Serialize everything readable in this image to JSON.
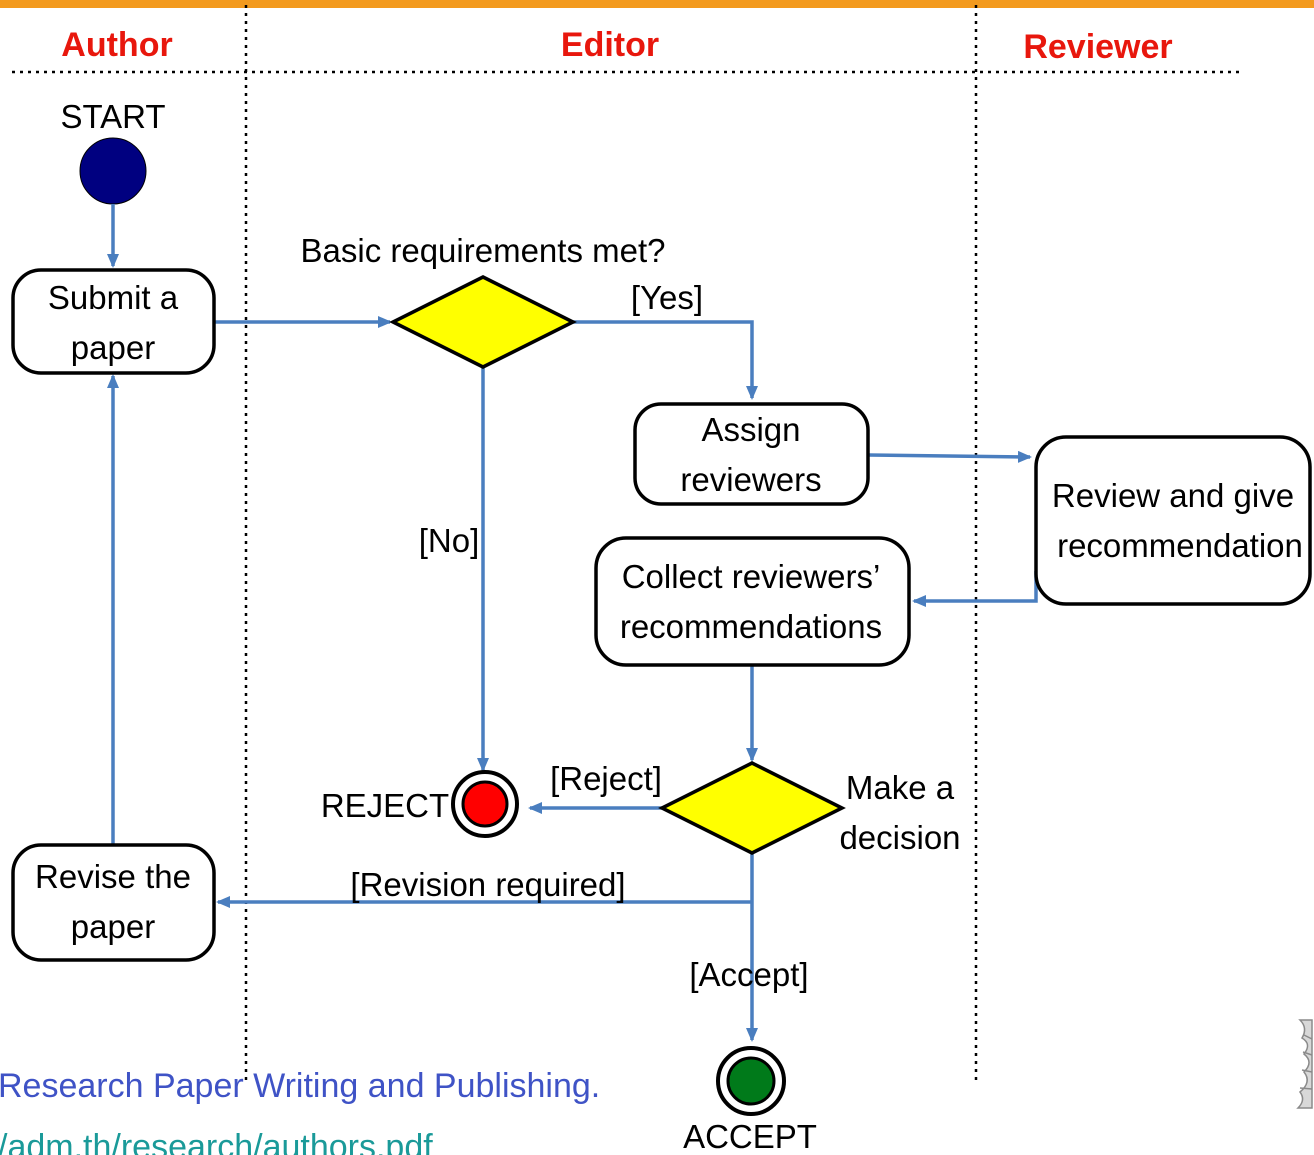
{
  "lanes": {
    "author": "Author",
    "editor": "Editor",
    "reviewer": "Reviewer"
  },
  "nodes": {
    "start": "START",
    "submit": [
      "Submit a",
      "paper"
    ],
    "check": "Basic requirements met?",
    "assign": [
      "Assign",
      "reviewers"
    ],
    "review": [
      "Review and give",
      "recommendation"
    ],
    "collect": [
      "Collect reviewers’",
      "recommendations"
    ],
    "decision": [
      "Make a",
      "decision"
    ],
    "reject": "REJECT",
    "accept": "ACCEPT",
    "revise": [
      "Revise the",
      "paper"
    ]
  },
  "edges": {
    "yes": "[Yes]",
    "no": "[No]",
    "reject": "[Reject]",
    "revision": "[Revision required]",
    "accept": "[Accept]"
  },
  "footer": {
    "line1": "Research Paper Writing and Publishing.",
    "line2": "/adm.th/research/authors.pdf"
  },
  "colors": {
    "lane_title": "#e8170d",
    "flow": "#4a7ebf",
    "start": "#000080",
    "reject": "#ff0000",
    "accept": "#007a1a",
    "decision": "#ffff00",
    "top_bar": "#f39a1e"
  }
}
